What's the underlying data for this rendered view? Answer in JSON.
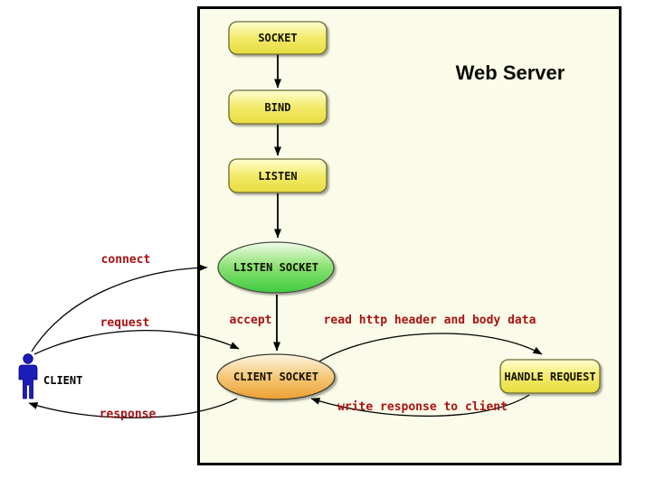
{
  "title": "Web Server",
  "nodes": {
    "socket": {
      "label": "SOCKET",
      "shape": "rounded-rect",
      "fill": "yellow-gradient"
    },
    "bind": {
      "label": "BIND",
      "shape": "rounded-rect",
      "fill": "yellow-gradient"
    },
    "listen": {
      "label": "LISTEN",
      "shape": "rounded-rect",
      "fill": "yellow-gradient"
    },
    "listen_socket": {
      "label": "LISTEN SOCKET",
      "shape": "ellipse",
      "fill": "green-gradient"
    },
    "client_socket": {
      "label": "CLIENT SOCKET",
      "shape": "ellipse",
      "fill": "orange-gradient"
    },
    "handle_request": {
      "label": "HANDLE REQUEST",
      "shape": "rounded-rect",
      "fill": "yellow-gradient"
    },
    "client": {
      "label": "CLIENT",
      "shape": "person-icon",
      "fill": "blue"
    }
  },
  "edges": {
    "socket_to_bind": {
      "label": "",
      "from": "socket",
      "to": "bind"
    },
    "bind_to_listen": {
      "label": "",
      "from": "bind",
      "to": "listen"
    },
    "listen_to_lsocket": {
      "label": "",
      "from": "listen",
      "to": "listen_socket"
    },
    "connect": {
      "label": "connect",
      "from": "client",
      "to": "listen_socket"
    },
    "accept": {
      "label": "accept",
      "from": "listen_socket",
      "to": "client_socket"
    },
    "request": {
      "label": "request",
      "from": "client",
      "to": "client_socket"
    },
    "response": {
      "label": "response",
      "from": "client_socket",
      "to": "client"
    },
    "read": {
      "label": "read http header and body data",
      "from": "client_socket",
      "to": "handle_request"
    },
    "write": {
      "label": "write response to client",
      "from": "handle_request",
      "to": "client_socket"
    }
  },
  "colors": {
    "edge_label_red": "#AA1111",
    "node_yellow_top": "#FFFED2",
    "node_yellow_bottom": "#E7DC3F",
    "green_top": "#F2FCEA",
    "green_bottom": "#3FCB3F",
    "orange_top": "#FDF6E3",
    "orange_bottom": "#ECA032",
    "server_box_bg": "#FBFBE9",
    "server_box_border": "#000000",
    "client_figure_blue": "#1C1CB8",
    "arrow_black": "#000000"
  }
}
